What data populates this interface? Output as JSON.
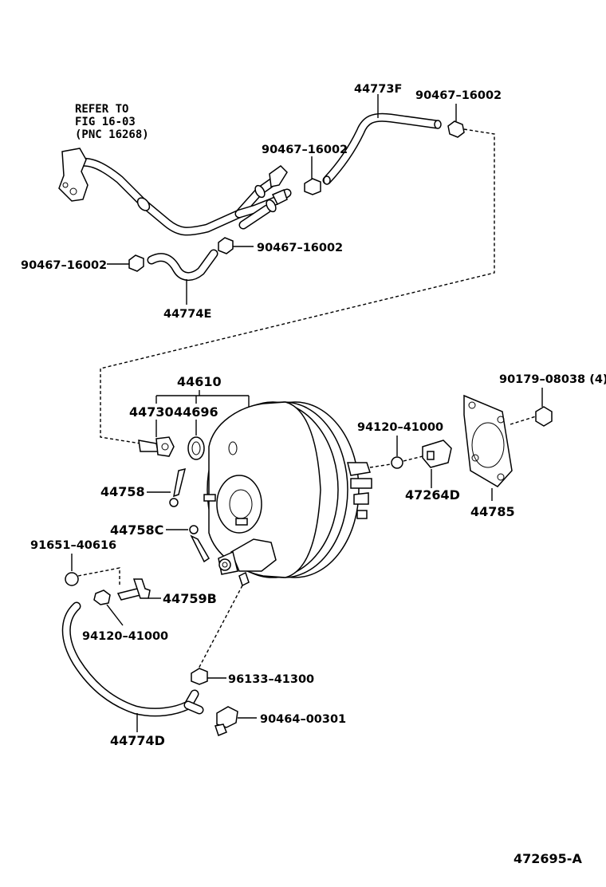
{
  "diagram": {
    "reference_note": [
      "REFER TO",
      "FIG 16-03",
      "(PNC 16268)"
    ],
    "figure_id": "472695-A",
    "labels": {
      "p44773F": "44773F",
      "p90467_top": "90467–16002",
      "p90467_mid": "90467–16002",
      "p90467_lower": "90467–16002",
      "p90467_left": "90467–16002",
      "p44774E": "44774E",
      "p44610": "44610",
      "p44730": "44730",
      "p44696": "44696",
      "p90179": "90179–08038 (4)",
      "p94120_right": "94120–41000",
      "p47264D": "47264D",
      "p44785": "44785",
      "p44758": "44758",
      "p44758C": "44758C",
      "p91651": "91651–40616",
      "p44759B": "44759B",
      "p94120_left": "94120–41000",
      "p96133": "96133–41300",
      "p90464": "90464–00301",
      "p44774D": "44774D"
    }
  }
}
